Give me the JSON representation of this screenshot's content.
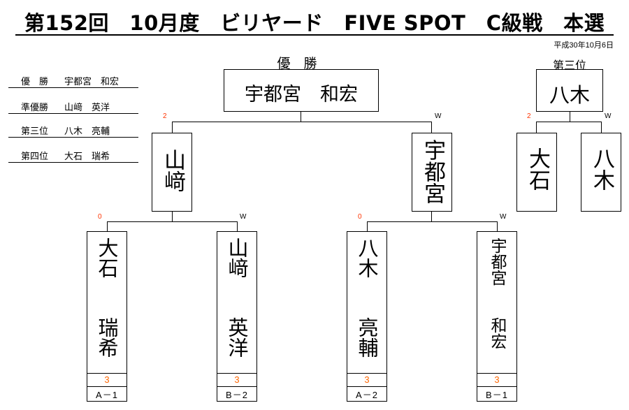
{
  "title": "第152回　10月度　ビリヤード　FIVE SPOT　C級戦　本選",
  "date": "平成30年10月6日",
  "results": [
    {
      "rank": "優　勝",
      "name": "宇都宮　和宏"
    },
    {
      "rank": "準優勝",
      "name": "山﨑　英洋"
    },
    {
      "rank": "第三位",
      "name": "八木　亮輔"
    },
    {
      "rank": "第四位",
      "name": "大石　瑞希"
    }
  ],
  "champion": {
    "label": "優　勝",
    "name": "宇都宮　和宏"
  },
  "semifinal": {
    "left": {
      "name": "山﨑",
      "mark": "2"
    },
    "right": {
      "name": "宇都宮",
      "mark": "W"
    }
  },
  "third_place": {
    "label": "第三位",
    "winner": "八木",
    "left": {
      "name": "大石",
      "mark": "2"
    },
    "right": {
      "name": "八木",
      "mark": "W"
    }
  },
  "players": [
    {
      "surname": "大石",
      "given": "瑞希",
      "score": "3",
      "code": "A－1",
      "mark": "0"
    },
    {
      "surname": "山﨑",
      "given": "英洋",
      "score": "3",
      "code": "B－2",
      "mark": "W"
    },
    {
      "surname": "八木",
      "given": "亮輔",
      "score": "3",
      "code": "A－2",
      "mark": "0"
    },
    {
      "surname": "宇都宮",
      "given": "和宏",
      "score": "3",
      "code": "B－1",
      "mark": "W"
    }
  ],
  "colors": {
    "mark_red": "#ff3300",
    "score_orange": "#ff6600"
  }
}
